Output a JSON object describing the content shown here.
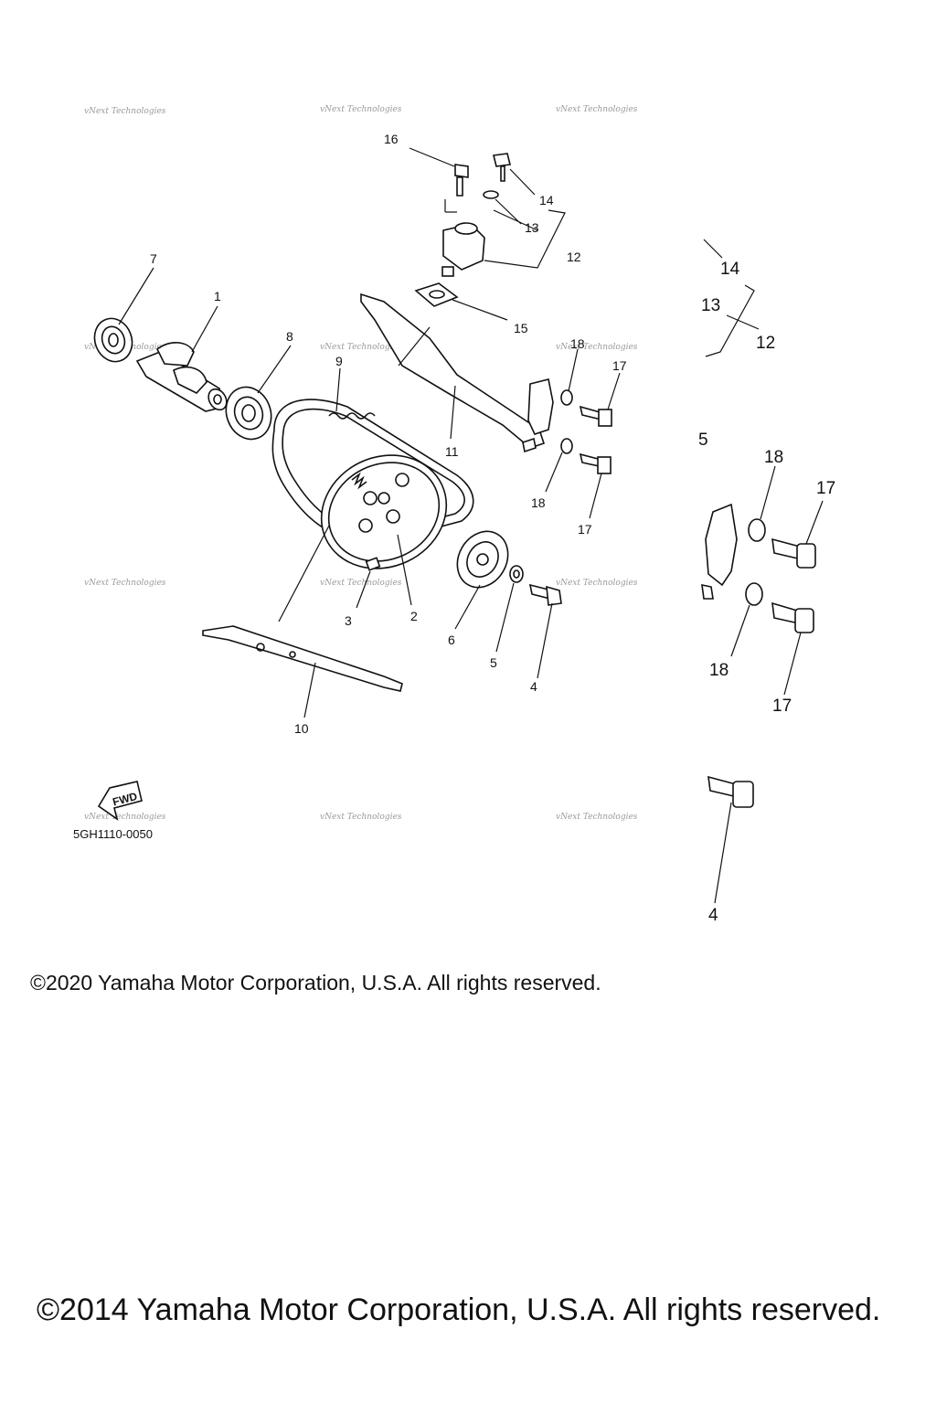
{
  "diagram": {
    "part_labels": [
      {
        "id": "1",
        "text": "1"
      },
      {
        "id": "2",
        "text": "2"
      },
      {
        "id": "3",
        "text": "3"
      },
      {
        "id": "4",
        "text": "4"
      },
      {
        "id": "5",
        "text": "5"
      },
      {
        "id": "6",
        "text": "6"
      },
      {
        "id": "7",
        "text": "7"
      },
      {
        "id": "8",
        "text": "8"
      },
      {
        "id": "9",
        "text": "9"
      },
      {
        "id": "10",
        "text": "10"
      },
      {
        "id": "11",
        "text": "11"
      },
      {
        "id": "12",
        "text": "12"
      },
      {
        "id": "13",
        "text": "13"
      },
      {
        "id": "14",
        "text": "14"
      },
      {
        "id": "15",
        "text": "15"
      },
      {
        "id": "16",
        "text": "16"
      },
      {
        "id": "17a",
        "text": "17"
      },
      {
        "id": "17b",
        "text": "17"
      },
      {
        "id": "18a",
        "text": "18"
      },
      {
        "id": "18b",
        "text": "18"
      }
    ],
    "zoom_labels": [
      {
        "id": "z14",
        "text": "14"
      },
      {
        "id": "z13",
        "text": "13"
      },
      {
        "id": "z12",
        "text": "12"
      },
      {
        "id": "z5",
        "text": "5"
      },
      {
        "id": "z18a",
        "text": "18"
      },
      {
        "id": "z17a",
        "text": "17"
      },
      {
        "id": "z18b",
        "text": "18"
      },
      {
        "id": "z17b",
        "text": "17"
      },
      {
        "id": "z4",
        "text": "4"
      }
    ],
    "fwd_label": "FWD",
    "diagram_code": "5GH1110-0050",
    "watermark_text": "vNext Technologies"
  },
  "copyright_2020": "©2020 Yamaha Motor Corporation, U.S.A. All rights reserved.",
  "copyright_2014": "©2014 Yamaha Motor Corporation, U.S.A. All rights reserved."
}
